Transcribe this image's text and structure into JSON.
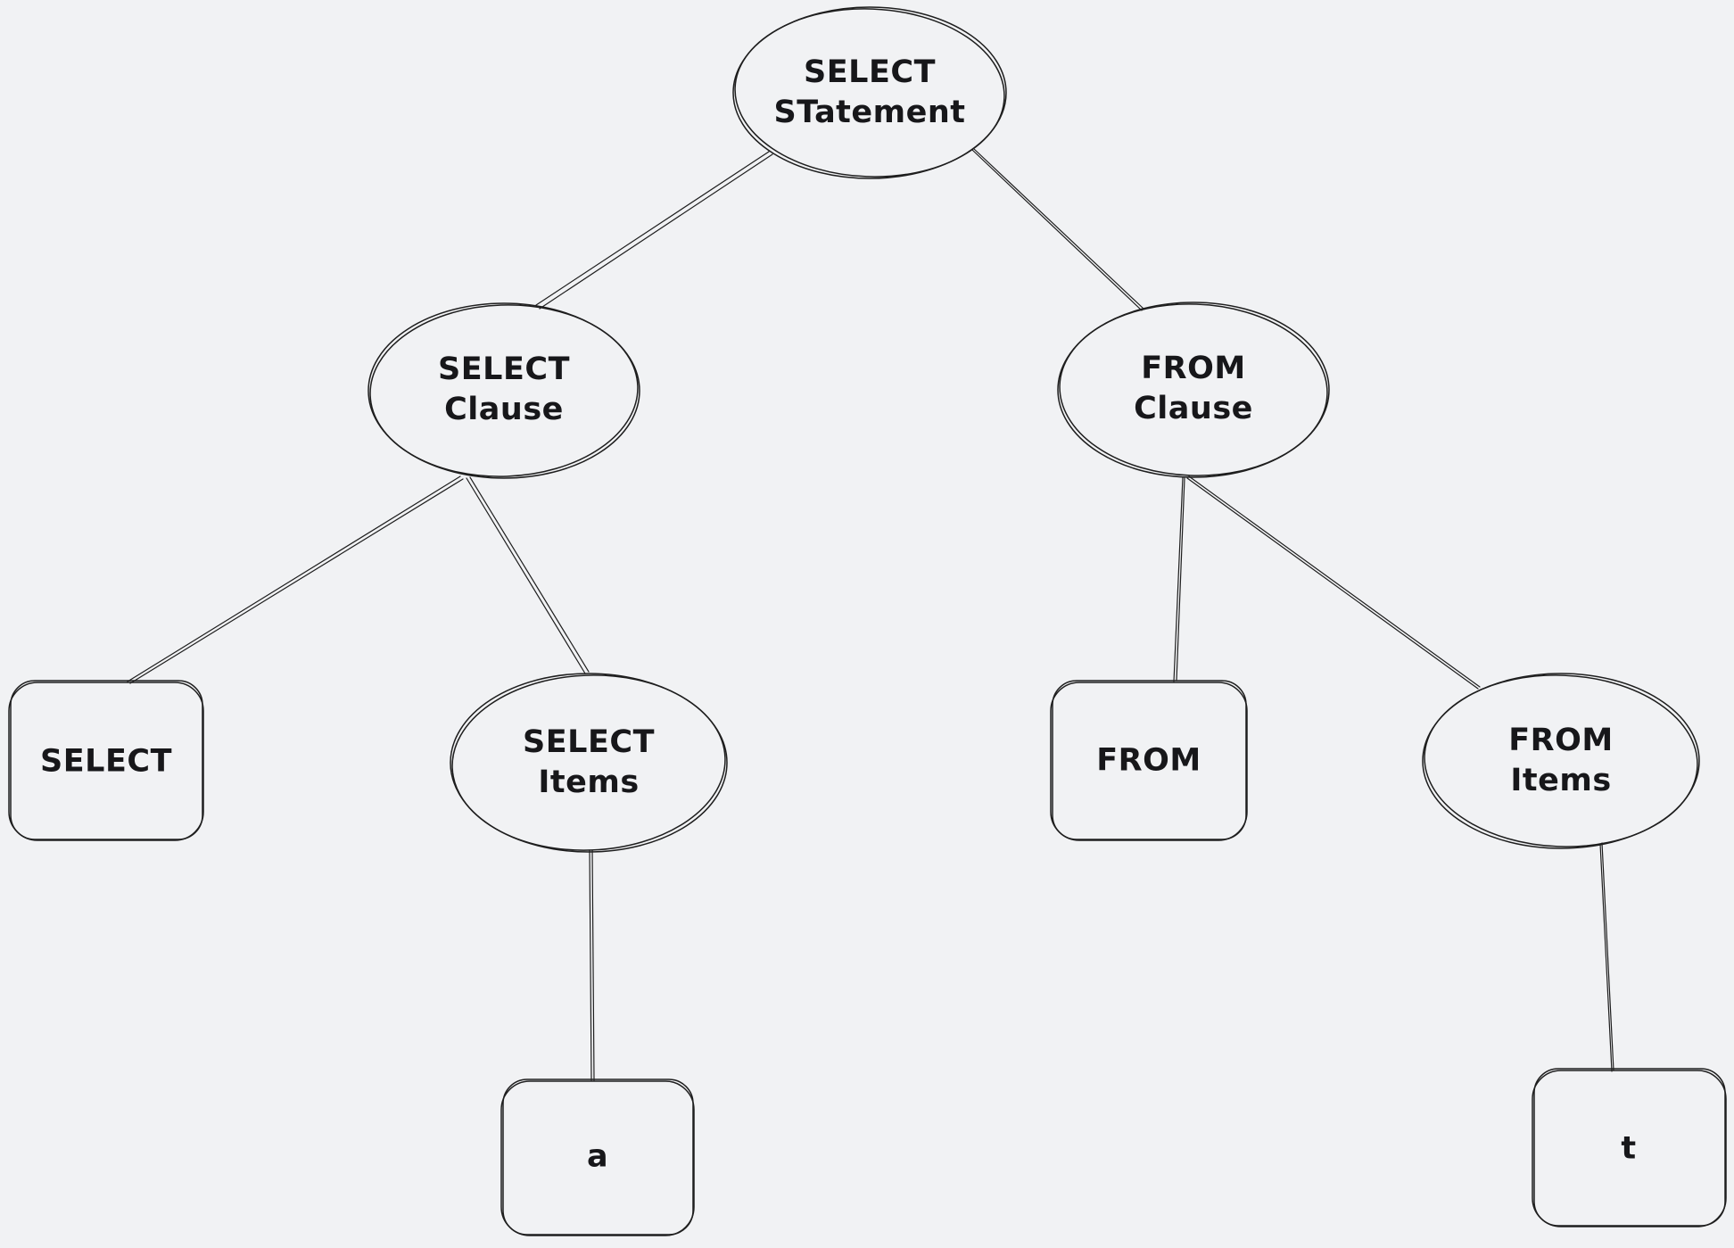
{
  "diagram": {
    "background_color": "#f1f2f4",
    "stroke_color": "#1e1e1e",
    "style": "hand-drawn sketch (whiteboard)"
  },
  "nodes": {
    "select_statement": {
      "label": "SELECT\nSTatement",
      "shape": "ellipse"
    },
    "select_clause": {
      "label": "SELECT\nClause",
      "shape": "ellipse"
    },
    "from_clause": {
      "label": "FROM\nClause",
      "shape": "ellipse"
    },
    "select_keyword": {
      "label": "SELECT",
      "shape": "rounded-rect"
    },
    "select_items": {
      "label": "SELECT\nItems",
      "shape": "ellipse"
    },
    "from_keyword": {
      "label": "FROM",
      "shape": "rounded-rect"
    },
    "from_items": {
      "label": "FROM\nItems",
      "shape": "ellipse"
    },
    "item_a": {
      "label": "a",
      "shape": "rounded-rect"
    },
    "item_t": {
      "label": "t",
      "shape": "rounded-rect"
    }
  },
  "edges": [
    {
      "from": "select_statement",
      "to": "select_clause"
    },
    {
      "from": "select_statement",
      "to": "from_clause"
    },
    {
      "from": "select_clause",
      "to": "select_keyword"
    },
    {
      "from": "select_clause",
      "to": "select_items"
    },
    {
      "from": "from_clause",
      "to": "from_keyword"
    },
    {
      "from": "from_clause",
      "to": "from_items"
    },
    {
      "from": "select_items",
      "to": "item_a"
    },
    {
      "from": "from_items",
      "to": "item_t"
    }
  ]
}
